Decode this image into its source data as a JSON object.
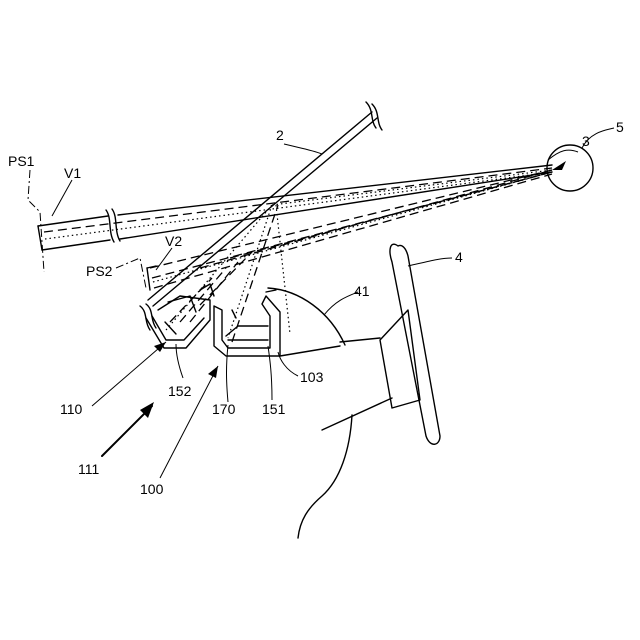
{
  "labels": {
    "ps1": "PS1",
    "v1": "V1",
    "v2": "V2",
    "ps2": "PS2",
    "windshield": "2",
    "eye": "3",
    "head": "5",
    "steering": "4",
    "dashboard": "41",
    "n152": "152",
    "n170": "170",
    "n151": "151",
    "n103": "103",
    "n110": "110",
    "n111": "111",
    "n100": "100"
  }
}
